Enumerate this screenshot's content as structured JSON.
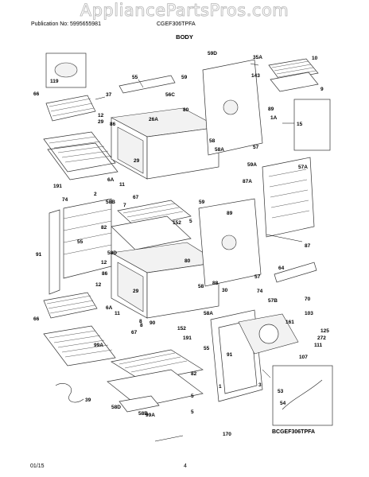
{
  "watermark": "AppliancePartsPros.com",
  "header": {
    "publication": "Publication No: 5995655981",
    "model": "CGEF306TPFA",
    "section_title": "BODY"
  },
  "footer": {
    "date": "01/15",
    "page_number": "4"
  },
  "diagram_code": "BCGEF306TPFA",
  "callouts": [
    "119",
    "37",
    "55",
    "59",
    "59D",
    "35A",
    "10",
    "143",
    "9",
    "66",
    "12",
    "56C",
    "80",
    "89",
    "29",
    "26A",
    "1A",
    "15",
    "86",
    "58",
    "58A",
    "57",
    "57A",
    "29",
    "87A",
    "6A",
    "11",
    "191",
    "74",
    "7",
    "59A",
    "59",
    "89",
    "2",
    "67",
    "58B",
    "82",
    "152",
    "55",
    "91",
    "87",
    "58D",
    "12",
    "86",
    "58",
    "80",
    "88",
    "29",
    "30",
    "57",
    "6A",
    "11",
    "90",
    "58A",
    "64",
    "70",
    "66",
    "74",
    "57B",
    "125",
    "152",
    "191",
    "272",
    "111",
    "99A",
    "67",
    "8",
    "103",
    "161",
    "107",
    "55",
    "91",
    "82",
    "99A",
    "39",
    "58B",
    "58D",
    "5",
    "53",
    "54",
    "170",
    "5",
    "8",
    "3",
    "1",
    "5",
    "12"
  ]
}
